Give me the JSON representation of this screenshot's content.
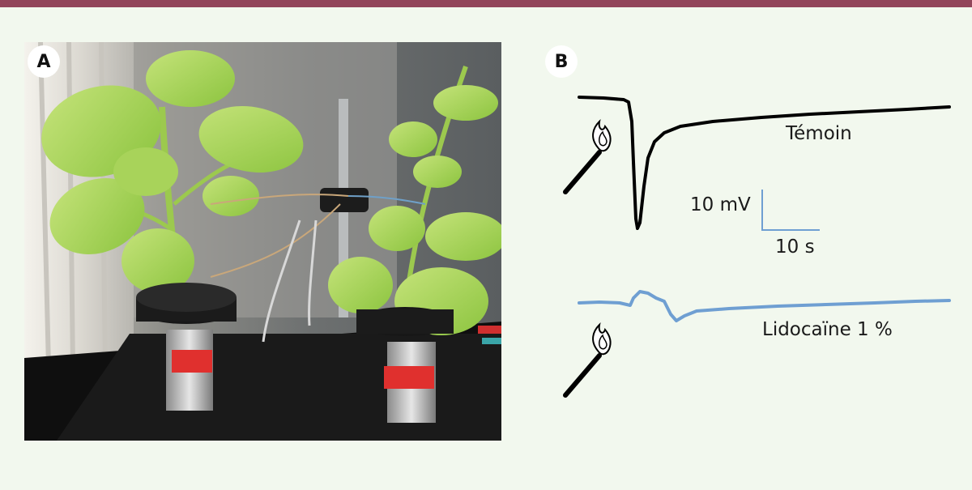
{
  "panels": {
    "a": {
      "label": "A"
    },
    "b": {
      "label": "B"
    }
  },
  "traces": [
    {
      "name": "Témoin",
      "color": "#000000"
    },
    {
      "name": "Lidocaïne 1 %",
      "color": "#6f9fd2"
    }
  ],
  "scale_bar": {
    "vertical_label": "10 mV",
    "horizontal_label": "10 s",
    "color": "#6f9fd2"
  },
  "colors": {
    "border": "#92455a",
    "background": "#f2f8ee"
  },
  "icons": [
    "burning-match-icon"
  ]
}
